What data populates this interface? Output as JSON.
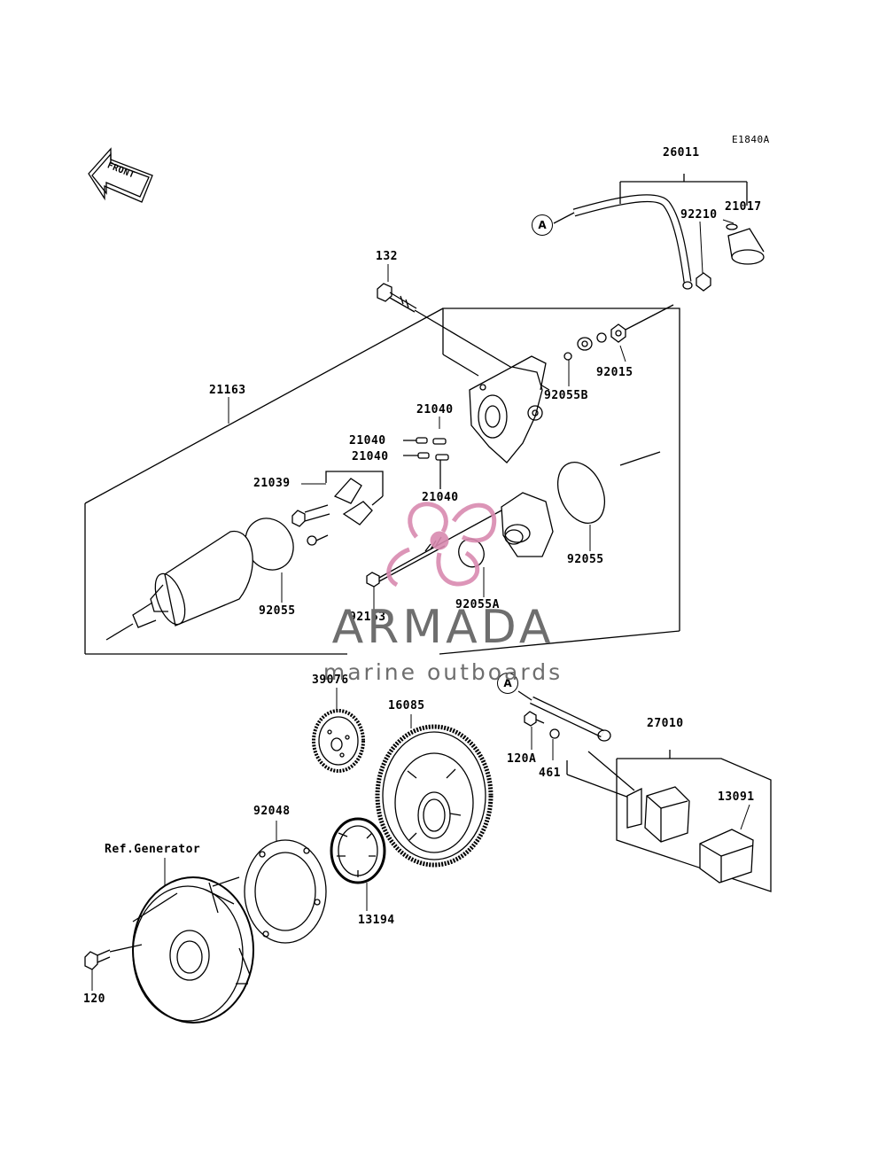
{
  "diagram_code": "E1840A",
  "front_arrow_text": "FRONT",
  "callout_marker": "A",
  "ref_generator": "Ref.Generator",
  "parts": {
    "p26011": "26011",
    "p21017": "21017",
    "p92210": "92210",
    "p132": "132",
    "p92015": "92015",
    "p92055B": "92055B",
    "p21163": "21163",
    "p21040_a": "21040",
    "p21040_b": "21040",
    "p21040_c": "21040",
    "p21040_d": "21040",
    "p21039": "21039",
    "p92055_left": "92055",
    "p92153": "92153",
    "p92055A": "92055A",
    "p92055_right": "92055",
    "p39076": "39076",
    "p16085": "16085",
    "p27010": "27010",
    "p120A": "120A",
    "p461": "461",
    "p13091": "13091",
    "p92048": "92048",
    "p13194": "13194",
    "p120": "120"
  },
  "watermark": {
    "title": "ARMADA",
    "subtitle": "marine outboards",
    "logo_color": "#d98ab0",
    "text_color": "#6e6e6e"
  }
}
